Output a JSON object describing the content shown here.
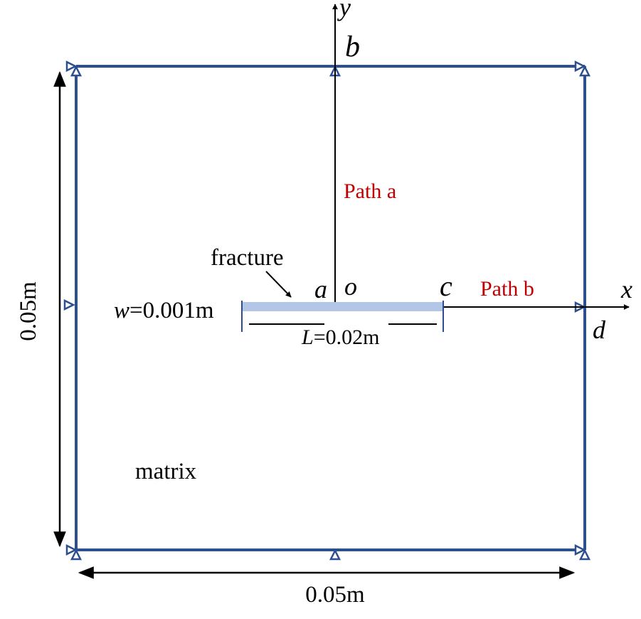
{
  "colors": {
    "boundary": "#2c4f8f",
    "support": "#2c4f8f",
    "fracture_fill": "#b4c6e7",
    "path_text": "#c00000",
    "ink": "#000000"
  },
  "axes": {
    "x": "x",
    "y": "y"
  },
  "points": {
    "a": "a",
    "o": "o",
    "b": "b",
    "c": "c",
    "d": "d"
  },
  "paths": {
    "a": "Path a",
    "b": "Path b"
  },
  "labels": {
    "fracture": "fracture",
    "matrix": "matrix",
    "width_var": "w",
    "width_val": "=0.001m",
    "length_var": "L",
    "length_val": "=0.02m",
    "height_dim": "0.05m",
    "width_dim": "0.05m"
  }
}
